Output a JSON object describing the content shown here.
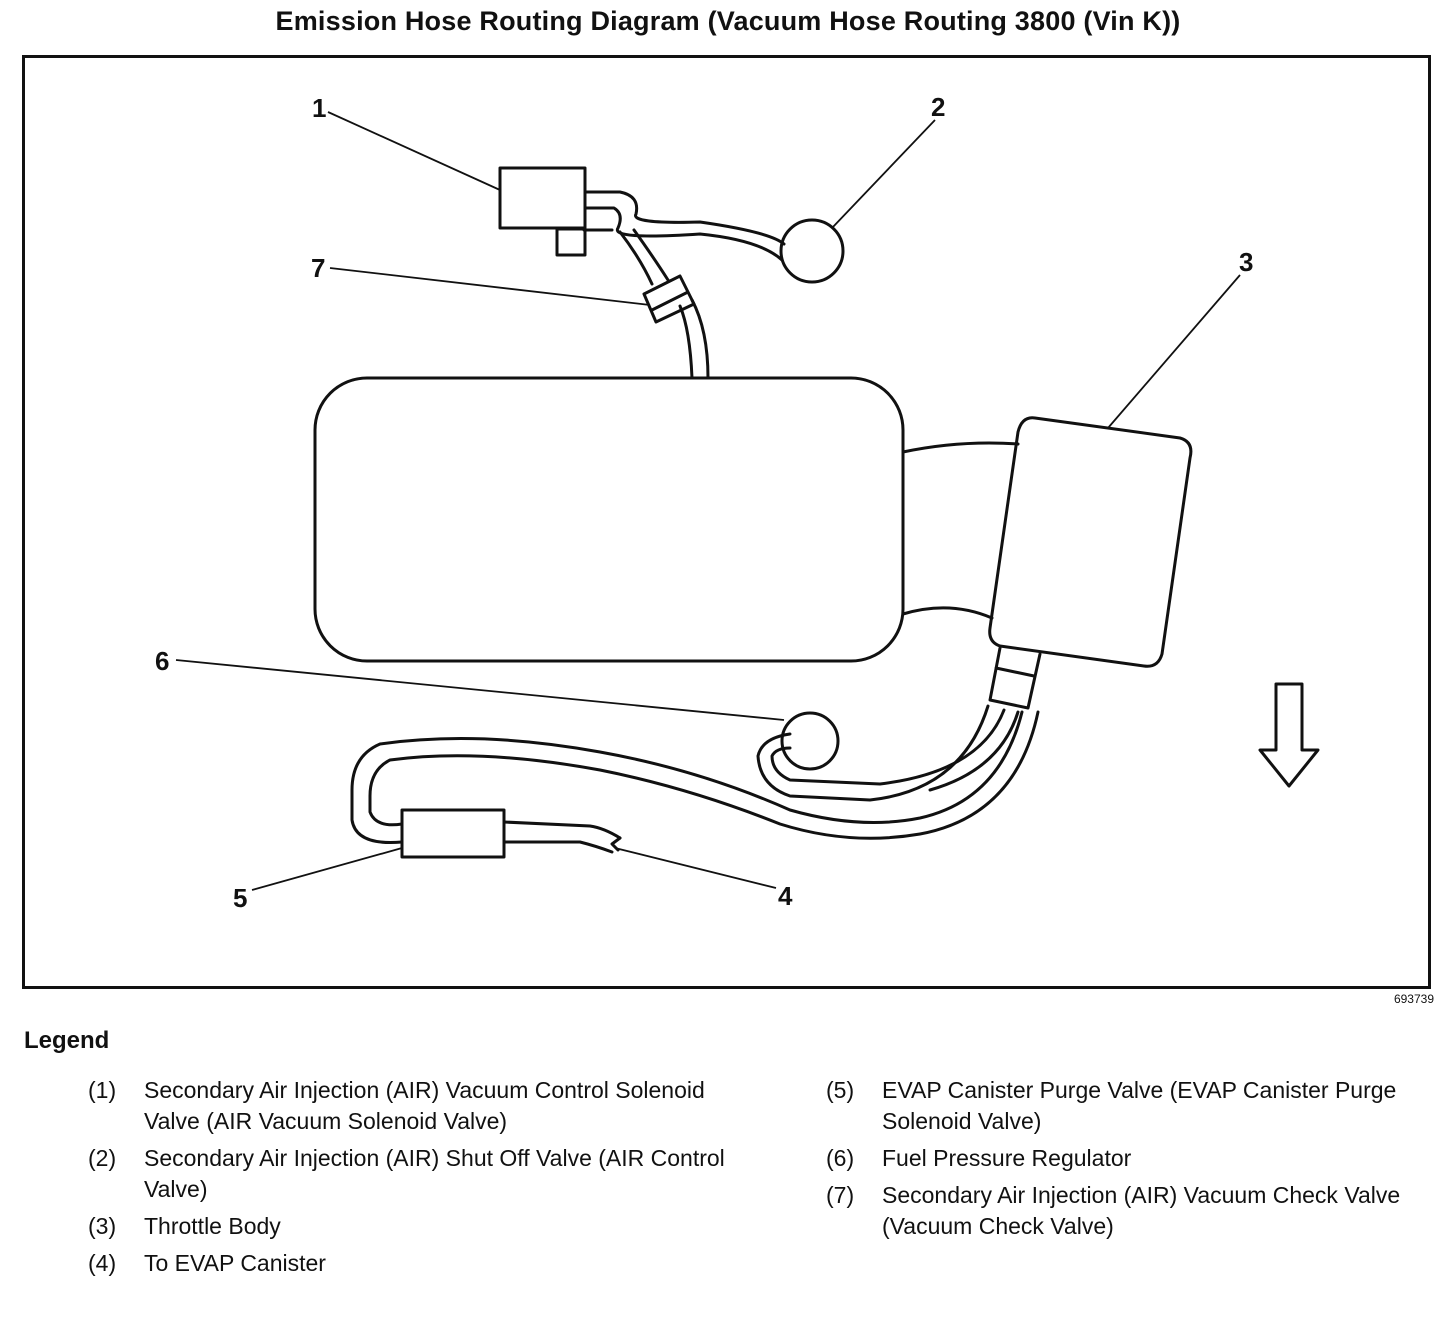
{
  "title": "Emission Hose Routing Diagram (Vacuum Hose Routing 3800 (Vin K))",
  "figure_id": "693739",
  "callouts": [
    "1",
    "2",
    "3",
    "4",
    "5",
    "6",
    "7"
  ],
  "legend": {
    "heading": "Legend",
    "left_items": [
      {
        "num": "(1)",
        "text": "Secondary Air Injection (AIR) Vacuum Control Solenoid Valve (AIR Vacuum Solenoid Valve)"
      },
      {
        "num": "(2)",
        "text": "Secondary Air Injection (AIR) Shut Off Valve (AIR Control Valve)"
      },
      {
        "num": "(3)",
        "text": "Throttle Body"
      },
      {
        "num": "(4)",
        "text": "To EVAP Canister"
      }
    ],
    "right_items": [
      {
        "num": "(5)",
        "text": "EVAP Canister Purge Valve (EVAP Canister Purge Solenoid Valve)"
      },
      {
        "num": "(6)",
        "text": "Fuel Pressure Regulator"
      },
      {
        "num": "(7)",
        "text": "Secondary Air Injection (AIR) Vacuum Check Valve (Vacuum Check Valve)"
      }
    ]
  }
}
